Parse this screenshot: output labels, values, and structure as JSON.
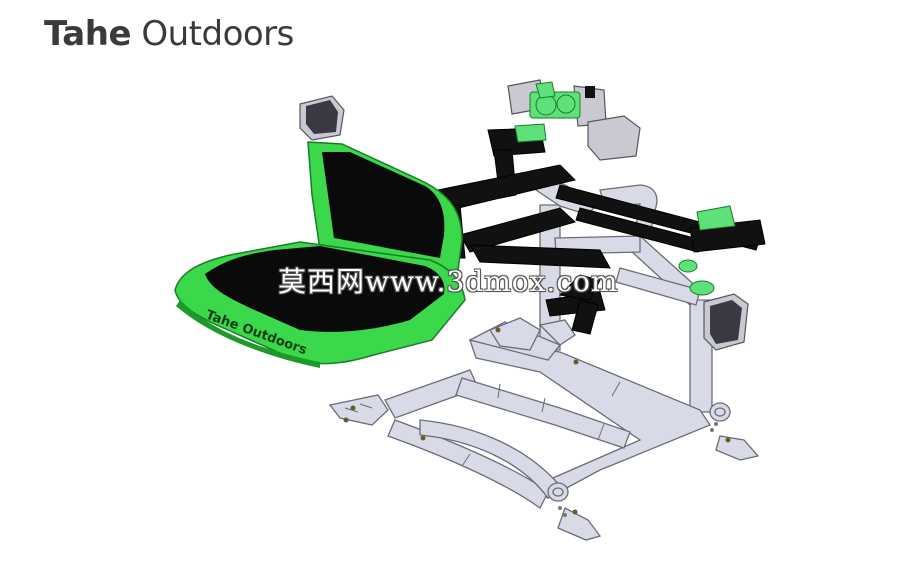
{
  "brand": {
    "name_bold": "Tahe",
    "name_rest": " Outdoors"
  },
  "seat_print": "Tahe Outdoors",
  "watermark": "莫西网www.3dmox.com",
  "colors": {
    "seat": "#3ad84a",
    "seat_dark": "#1e9a2b",
    "frame": "#d9dae8",
    "frame_edge": "#6c6c78",
    "bracket": "#101010",
    "accent": "#5ee07a"
  }
}
